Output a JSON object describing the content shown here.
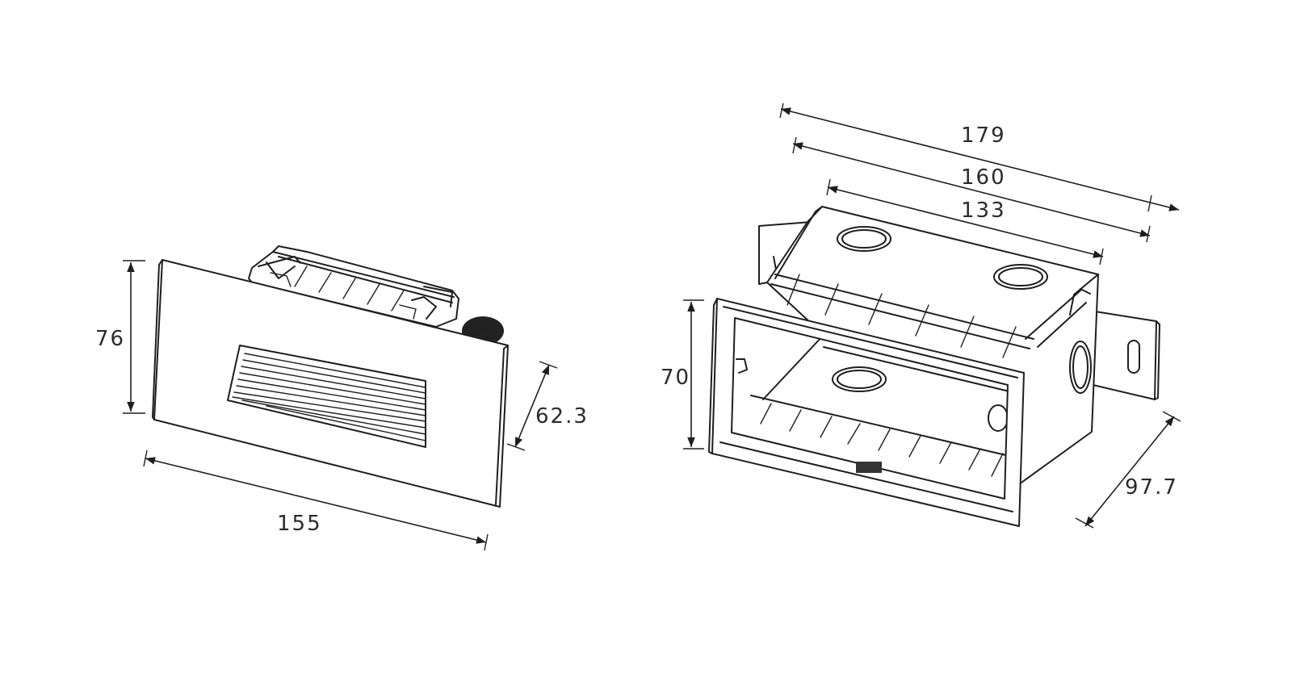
{
  "cover_plate": {
    "dimensions": {
      "height": "76",
      "depth": "62.3",
      "width": "155"
    }
  },
  "mounting_box": {
    "dimensions": {
      "overall_length": "179",
      "flange_length": "160",
      "box_length": "133",
      "height": "70",
      "depth": "97.7"
    }
  }
}
